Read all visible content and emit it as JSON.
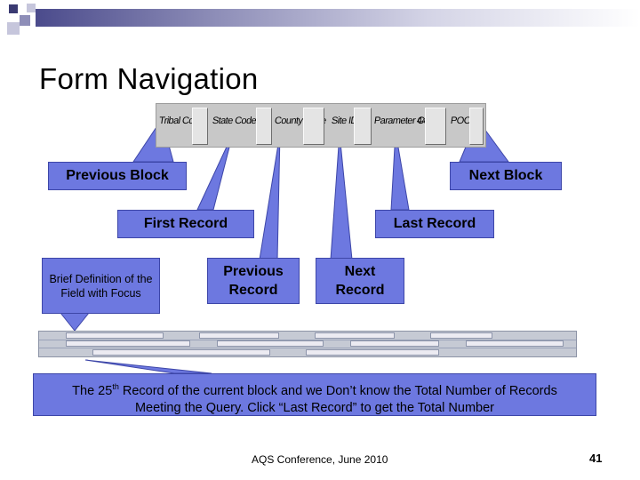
{
  "slide": {
    "title": "Form Navigation",
    "footer": "AQS Conference, June 2010",
    "page_number": "41"
  },
  "toolbar": {
    "fields": [
      "Tribal Code",
      "State Code",
      "County Code",
      "Site ID",
      "Parameter Code",
      "POC"
    ],
    "field_values": [
      "",
      "",
      "",
      "",
      "44201",
      ""
    ]
  },
  "callouts": {
    "previous_block": "Previous Block",
    "next_block": "Next Block",
    "first_record": "First Record",
    "last_record": "Last Record",
    "brief_definition": "Brief Definition of the Field with Focus",
    "previous_record": "Previous Record",
    "next_record": "Next Record",
    "record_note_line1_pre": "The 25",
    "record_note_sup": "th",
    "record_note_line1_post": " Record of the current block and we Don’t know the Total Number of Records",
    "record_note_line2": "Meeting the Query.  Click “Last Record” to get the Total Number"
  },
  "colors": {
    "callout_fill": "#6d78e0",
    "callout_border": "#3d46a8",
    "title_bar_dark": "#4b4b8c"
  }
}
